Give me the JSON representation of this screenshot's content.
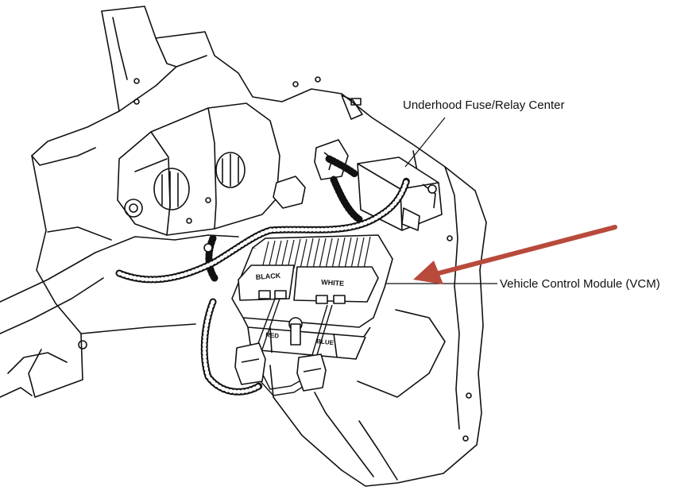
{
  "callouts": {
    "fuse_relay_center": "Underhood Fuse/Relay Center",
    "vcm": "Vehicle Control Module (VCM)"
  },
  "connector_labels": {
    "black": "BLACK",
    "white": "WHITE",
    "red": "RED",
    "blue": "BLUE"
  },
  "colors": {
    "line_art": "#111111",
    "arrow": "#b84a3c",
    "background": "#ffffff"
  }
}
